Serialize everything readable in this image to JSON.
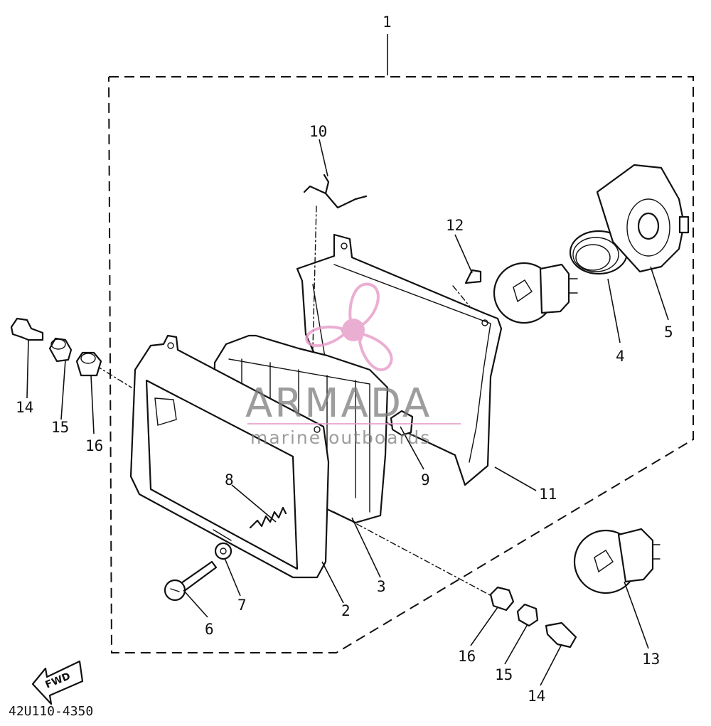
{
  "diagram": {
    "assembly_number": "1",
    "part_callouts": [
      "2",
      "3",
      "4",
      "5",
      "6",
      "7",
      "8",
      "9",
      "10",
      "11",
      "12",
      "13",
      "14",
      "15",
      "16",
      "14",
      "15",
      "16"
    ],
    "fwd_label": "FWD",
    "drawing_code": "42U110-4350"
  },
  "watermark": {
    "brand": "ARMADA",
    "tagline": "marine outboards",
    "colors": {
      "propeller": "#e79ac9",
      "text": "#7d7d7d"
    }
  }
}
